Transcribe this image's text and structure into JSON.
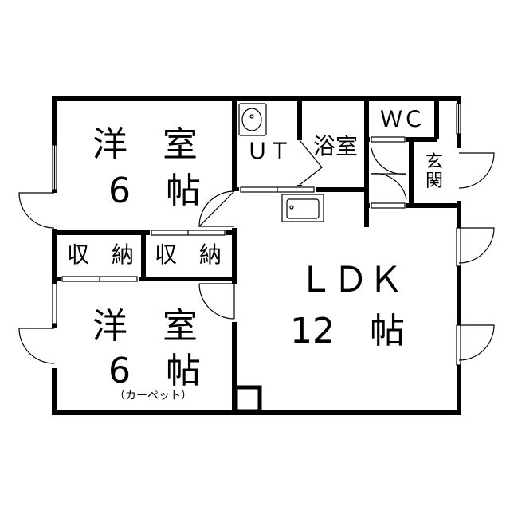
{
  "rooms": {
    "western_room_top": {
      "name": "洋　室",
      "size": "6　帖"
    },
    "western_room_bottom": {
      "name": "洋　室",
      "size": "6　帖",
      "note": "（カーペット）"
    },
    "storage_left": {
      "name": "収　納"
    },
    "storage_right": {
      "name": "収　納"
    },
    "utility": {
      "name": "ＵＴ"
    },
    "bathroom": {
      "name": "浴室"
    },
    "toilet": {
      "name": "ＷＣ"
    },
    "entrance": {
      "name": "玄関"
    },
    "ldk": {
      "name": "ＬＤＫ",
      "size": "12　帖"
    }
  }
}
